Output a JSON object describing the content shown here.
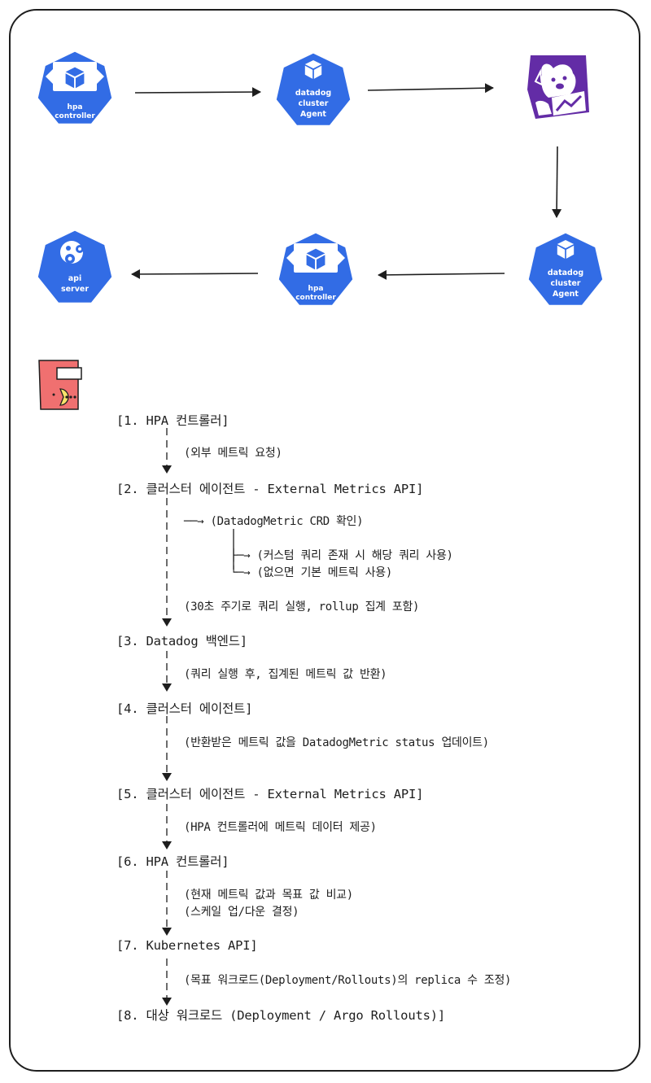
{
  "nodes": {
    "hpa_top": {
      "line1": "hpa",
      "line2": "controller"
    },
    "agent_top": {
      "line1": "datadog",
      "line2": "cluster",
      "line3": "Agent"
    },
    "agent_bottom": {
      "line1": "datadog",
      "line2": "cluster",
      "line3": "Agent"
    },
    "hpa_bottom": {
      "line1": "hpa",
      "line2": "controller"
    },
    "api_server": {
      "line1": "api",
      "line2": "server"
    }
  },
  "colors": {
    "k8s_blue": "#326ce5",
    "datadog_purple": "#632ca6",
    "stroke": "#1e1e1e",
    "badge_red": "#f07070"
  },
  "icons": {
    "hpa": "cube-arrows-icon",
    "agent": "cube-icon",
    "api": "gears-icon",
    "datadog": "datadog-dog-icon",
    "badge": "pacman-card-icon"
  },
  "flow": {
    "steps": [
      "[1. HPA 컨트롤러]",
      "[2. 클러스터 에이전트 - External Metrics API]",
      "[3. Datadog 백엔드]",
      "[4. 클러스터 에이전트]",
      "[5. 클러스터 에이전트 - External Metrics API]",
      "[6. HPA 컨트롤러]",
      "[7. Kubernetes API]",
      "[8. 대상 워크로드 (Deployment / Argo Rollouts)]"
    ],
    "notes": {
      "n1": "(외부 메트릭 요청)",
      "n2a": "──→ (DatadogMetric CRD 확인)",
      "n2b": "├─→ (커스텀 쿼리 존재 시 해당 쿼리 사용)",
      "n2c": "└─→ (없으면 기본 메트릭 사용)",
      "n2d": "(30초 주기로 쿼리 실행, rollup 집계 포함)",
      "n3": "(쿼리 실행 후, 집계된 메트릭 값 반환)",
      "n4": "(반환받은 메트릭 값을 DatadogMetric status 업데이트)",
      "n5": "(HPA 컨트롤러에 메트릭 데이터 제공)",
      "n6a": "(현재 메트릭 값과 목표 값 비교)",
      "n6b": "(스케일 업/다운 결정)",
      "n7": "(목표 워크로드(Deployment/Rollouts)의 replica 수 조정)"
    }
  }
}
